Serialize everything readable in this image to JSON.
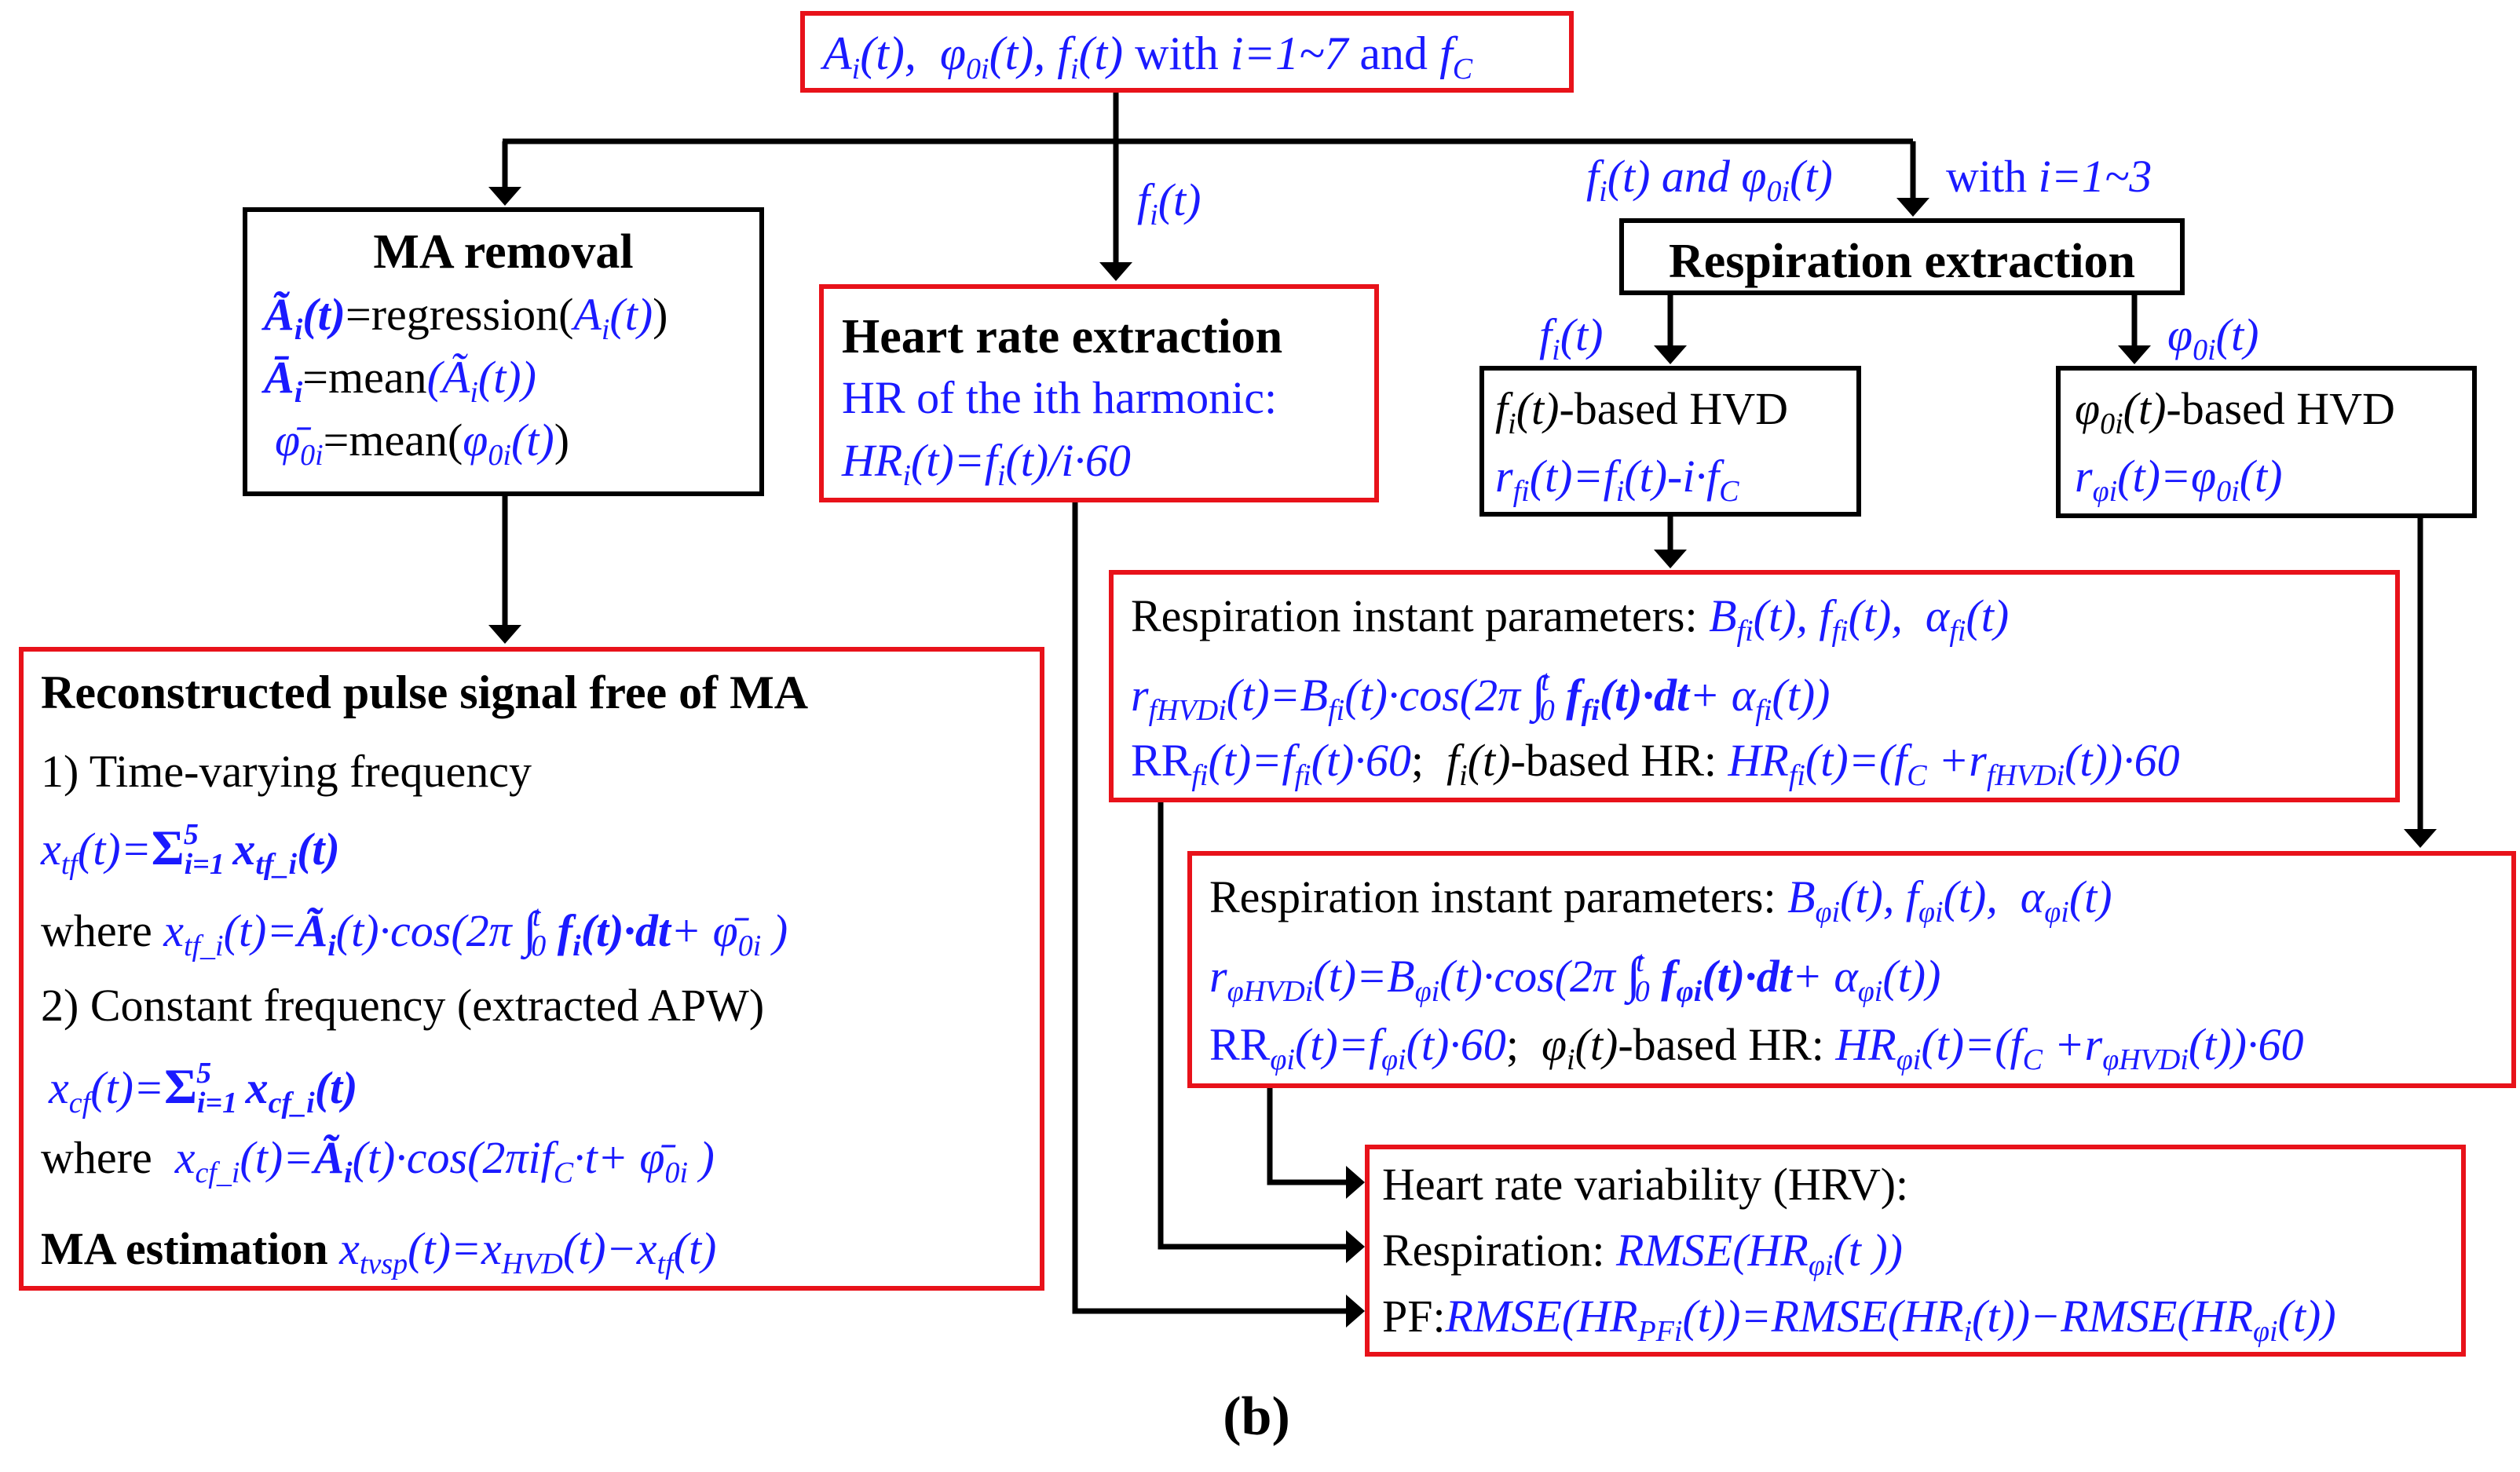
{
  "figure_label": "(b)",
  "top_box": {
    "line": "A_i(t), φ_0i(t), f_i(t) with i=1~7 and f_C",
    "label_connector": "with",
    "label_connector2": "and"
  },
  "edge_labels": {
    "to_heart_rate": "f_i(t)",
    "to_respiration_left": "f_i(t) and φ_0i(t)",
    "to_respiration_right": "with i=1~3",
    "resp_to_f_hvd": "f_i(t)",
    "resp_to_phi_hvd": "φ_0i(t)"
  },
  "ma_removal": {
    "title": "MA removal",
    "line1": "Ã_i(t)=regression(A_i(t))",
    "line1_eq": "=regression(",
    "line2": "Ā_i=mean(Ã_i(t))",
    "line2_eq": "=mean",
    "line3": "φ̄_0i=mean(φ_0i(t))",
    "line3_eq": "=mean("
  },
  "heart_rate": {
    "title": "Heart rate extraction",
    "line1": "HR of the ith harmonic:",
    "line2": "HR_i(t)=f_i(t)/i·60"
  },
  "respiration": {
    "title": "Respiration extraction"
  },
  "f_hvd": {
    "title_suffix": "-based HVD",
    "line2": "r_fi(t)=f_i(t)-i·f_C"
  },
  "phi_hvd": {
    "title_suffix": "-based HVD",
    "line2": "r_φi(t)=φ_0i(t)"
  },
  "resp_f_params": {
    "label": "Respiration instant parameters:",
    "params": "B_fi(t), f_fi(t), α_fi(t)",
    "eq2": "r_fHVDi(t)=B_fi(t)·cos(2π ∫_0^t f_fi(t)·dt+ α_fi(t))",
    "rr": "RR_fi(t)=f_fi(t)·60;",
    "hr_label": "-based HR:",
    "hr_eq": "HR_fi(t)=(f_C +r_fHVDi(t))·60"
  },
  "resp_phi_params": {
    "label": "Respiration instant parameters:",
    "params": "B_φi(t), f_φi(t), α_φi(t)",
    "eq2": "r_φHVDi(t)=B_φi(t)·cos(2π ∫_0^t f_φi(t)·dt+ α_φi(t))",
    "rr": "RR_φi(t)=f_φi(t)·60;",
    "hr_label": "-based HR:",
    "hr_eq": "HR_φi(t)=(f_C +r_φHVDi(t))·60"
  },
  "reconstructed": {
    "title": "Reconstructed pulse signal free of MA",
    "item1": "1) Time-varying frequency",
    "item1_eq": "x_tf(t)=Σ_{i=1}^5 x_tf_i(t)",
    "item1_where": "where",
    "item1_where_eq": "x_tf_i(t)=Ã_i(t)·cos(2π ∫_0^t f_i(t)·dt+ φ̄_0i)",
    "item2": "2) Constant frequency (extracted APW)",
    "item2_eq": "x_cf(t)=Σ_{i=1}^5 x_cf_i(t)",
    "item2_where": "where",
    "item2_where_eq": "x_cf_i(t)=Ã_i(t)·cos(2πif_C·t+ φ̄_0i)",
    "ma_est_label": "MA estimation",
    "ma_est_eq": "x_tvsp(t)=x_HVD(t)−x_tf(t)"
  },
  "hrv": {
    "title": "Heart rate variability (HRV):",
    "resp_label": "Respiration:",
    "resp_eq": "RMSE(HR_φi(t ))",
    "pf_label": "PF:",
    "pf_eq": "RMSE(HR_PFi(t))=RMSE(HR_i(t))−RMSE(HR_φi(t))"
  },
  "colors": {
    "box_red": "#e8121a",
    "box_black": "#000000",
    "math_blue": "#1a1aff",
    "text": "#000000"
  }
}
